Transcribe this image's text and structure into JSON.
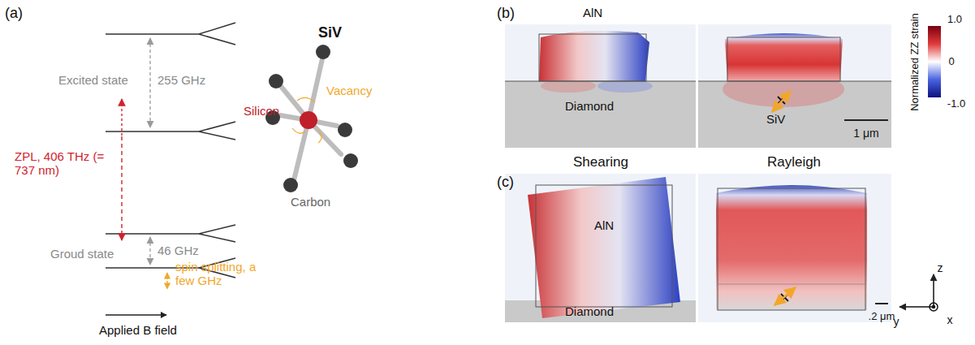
{
  "diagram": {
    "labels": [
      "(a)",
      "Excited state",
      "255 GHz",
      "ZPL, 406 THz (= 737 nm)",
      "Groud state",
      "46 GHz",
      "spin splitting, a few GHz",
      "Applied B field",
      "SiV",
      "Silicon",
      "Vacancy",
      "Carbon",
      "(b)",
      "AlN",
      "Diamond",
      "SiV",
      "1 μm",
      "Normalized ZZ strain",
      "1.0",
      "0",
      "-1.0",
      "Shearing",
      "Rayleigh",
      "(c)",
      "AlN",
      "Diamond",
      ".2 μm",
      "z",
      "y",
      "x"
    ]
  }
}
